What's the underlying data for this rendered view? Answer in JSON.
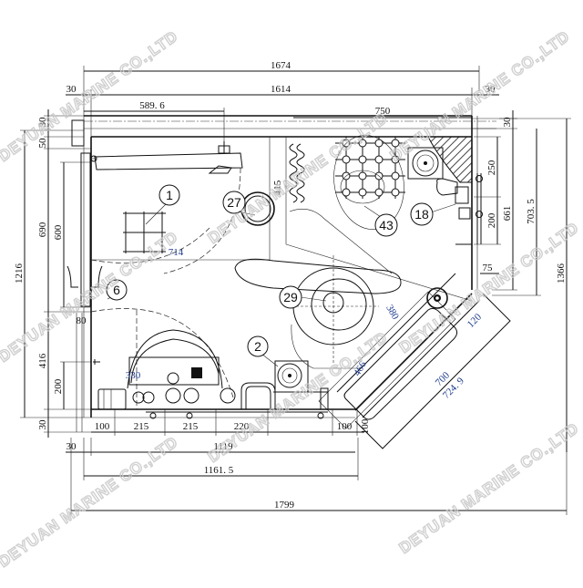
{
  "drawing": {
    "type": "deck winch / equipment layout plan",
    "watermark": "DEYUAN MARINE CO.,LTD"
  },
  "dimensions": {
    "top": {
      "overall_1674": "1674",
      "inner_1614": "1614",
      "left_offset_30": "30",
      "right_offset_30": "30",
      "span_589_6": "589. 6",
      "span_750": "750"
    },
    "left": {
      "top_30": "30",
      "top_50": "50",
      "overall_1216": "1216",
      "span_690": "690",
      "span_600": "600",
      "door_80": "80",
      "span_416": "416",
      "span_200": "200",
      "bottom_30": "30"
    },
    "right": {
      "top_30": "30",
      "span_250": "250",
      "span_200": "200",
      "span_661": "661",
      "span_703_5": "703. 5",
      "overall_1366": "1366",
      "offset_75": "75"
    },
    "inner": {
      "height_415": "415",
      "radius_714": "714",
      "radius_330": "330",
      "diag_380": "380",
      "diag_466": "466",
      "diag_120": "120",
      "diag_700": "700",
      "diag_724_9": "724. 9"
    },
    "bottom": {
      "seg_100a": "100",
      "seg_215a": "215",
      "seg_215b": "215",
      "seg_220": "220",
      "seg_100b": "100",
      "seg_100c": "100",
      "left_30": "30",
      "span_1119": "1119",
      "span_1161_5": "1161. 5",
      "overall_1799": "1799"
    }
  },
  "callouts": [
    {
      "id": "1",
      "label": "1"
    },
    {
      "id": "2",
      "label": "2"
    },
    {
      "id": "6",
      "label": "6"
    },
    {
      "id": "18",
      "label": "18"
    },
    {
      "id": "27",
      "label": "27"
    },
    {
      "id": "29",
      "label": "29"
    },
    {
      "id": "43",
      "label": "43"
    }
  ]
}
